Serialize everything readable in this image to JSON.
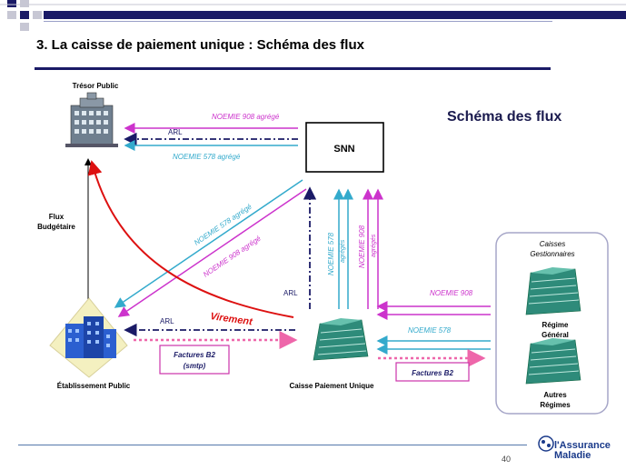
{
  "slide": {
    "title": "3. La caisse de paiement unique : Schéma des flux",
    "diagram_title": "Schéma des flux",
    "page_number": "40",
    "brand_line1": "l'Assurance",
    "brand_line2": "Maladie"
  },
  "nodes": {
    "tresor": "Trésor Public",
    "snn": "SNN",
    "etablissement": "Établissement Public",
    "caisse_unique": "Caisse Paiement Unique",
    "caisses_title_1": "Caisses",
    "caisses_title_2": "Gestionnaires",
    "regime_general_1": "Régime",
    "regime_general_2": "Général",
    "autres_1": "Autres",
    "autres_2": "Régimes"
  },
  "flows": {
    "noemie908_agrege": "NOEMIE 908 agrégé",
    "noemie578_agrege": "NOEMIE 578 agrégé",
    "arl": "ARL",
    "flux_1": "Flux",
    "flux_2": "Budgétaire",
    "noemie578_1": "NOEMIE 578",
    "noemie578_2": "agrégés",
    "noemie908_1": "NOEMIE 908",
    "noemie908_2": "agrégés",
    "noemie908": "NOEMIE 908",
    "noemie578": "NOEMIE 578",
    "virement": "Virement",
    "factures_1": "Factures B2",
    "factures_2": "(smtp)",
    "factures_b2": "Factures B2"
  },
  "colors": {
    "navy": "#1a1a66",
    "magenta": "#cc33cc",
    "cyan": "#33aacc",
    "red": "#dd1111",
    "pink": "#ee66aa"
  }
}
